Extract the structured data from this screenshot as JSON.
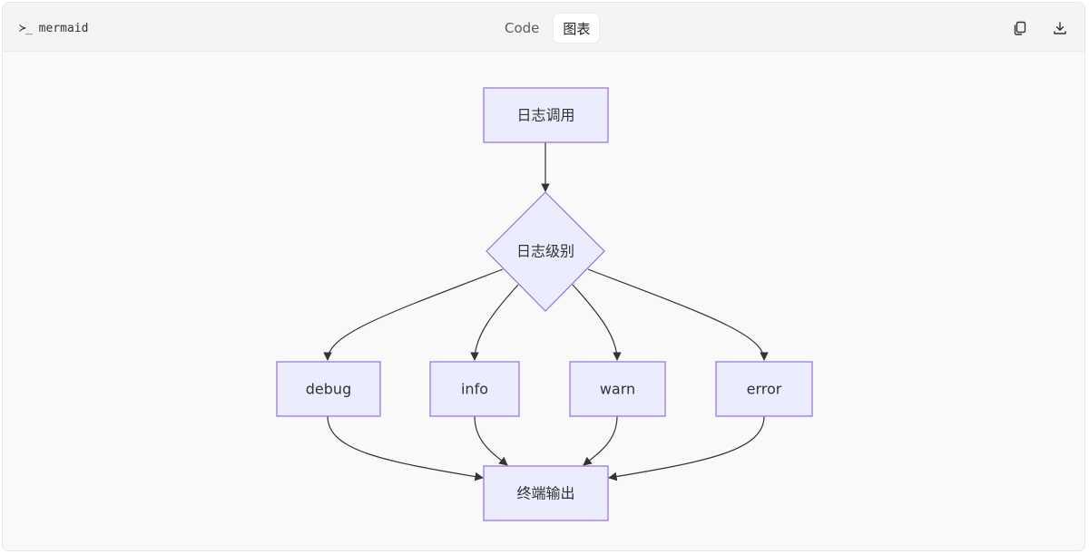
{
  "header": {
    "language_label": "mermaid",
    "prompt_icon_glyph": "≻_",
    "tabs": [
      {
        "label": "Code",
        "active": false
      },
      {
        "label": "图表",
        "active": true
      }
    ],
    "actions": [
      {
        "name": "copy-icon"
      },
      {
        "name": "download-icon"
      }
    ]
  },
  "diagram": {
    "type": "flowchart",
    "nodes": {
      "log_call": {
        "label": "日志调用",
        "shape": "rect"
      },
      "log_level": {
        "label": "日志级别",
        "shape": "diamond"
      },
      "debug": {
        "label": "debug",
        "shape": "rect"
      },
      "info": {
        "label": "info",
        "shape": "rect"
      },
      "warn": {
        "label": "warn",
        "shape": "rect"
      },
      "error": {
        "label": "error",
        "shape": "rect"
      },
      "terminal_output": {
        "label": "终端输出",
        "shape": "rect"
      }
    },
    "edges": [
      [
        "log_call",
        "log_level"
      ],
      [
        "log_level",
        "debug"
      ],
      [
        "log_level",
        "info"
      ],
      [
        "log_level",
        "warn"
      ],
      [
        "log_level",
        "error"
      ],
      [
        "debug",
        "terminal_output"
      ],
      [
        "info",
        "terminal_output"
      ],
      [
        "warn",
        "terminal_output"
      ],
      [
        "error",
        "terminal_output"
      ]
    ],
    "colors": {
      "node_fill": "#ececff",
      "node_stroke": "#9370db",
      "edge": "#333333"
    }
  }
}
